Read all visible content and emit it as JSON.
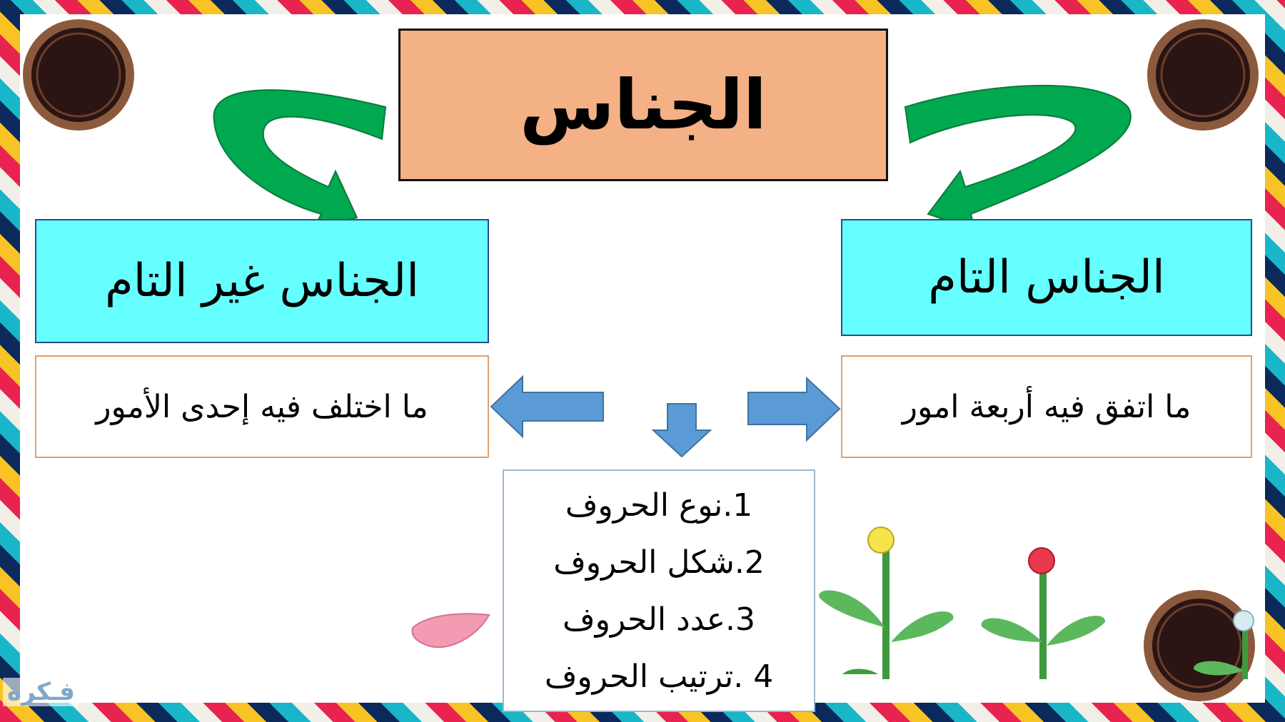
{
  "title": "الجناس",
  "types": {
    "complete": {
      "label": "الجناس التام",
      "definition": "ما اتفق فيه أربعة امور"
    },
    "incomplete": {
      "label": "الجناس غير التام",
      "definition": "ما اختلف فيه إحدى الأمور"
    }
  },
  "criteria": [
    "1.نوع الحروف",
    "2.شكل الحروف",
    "3.عدد الحروف",
    "4 .ترتيب الحروف"
  ],
  "watermark": "فـكرة",
  "colors": {
    "title_fill": "#f4b185",
    "heading_fill": "#66ffff",
    "curved_arrow": "#00a94f",
    "block_arrow": "#5b9bd5",
    "medallion": "#2a1414"
  }
}
